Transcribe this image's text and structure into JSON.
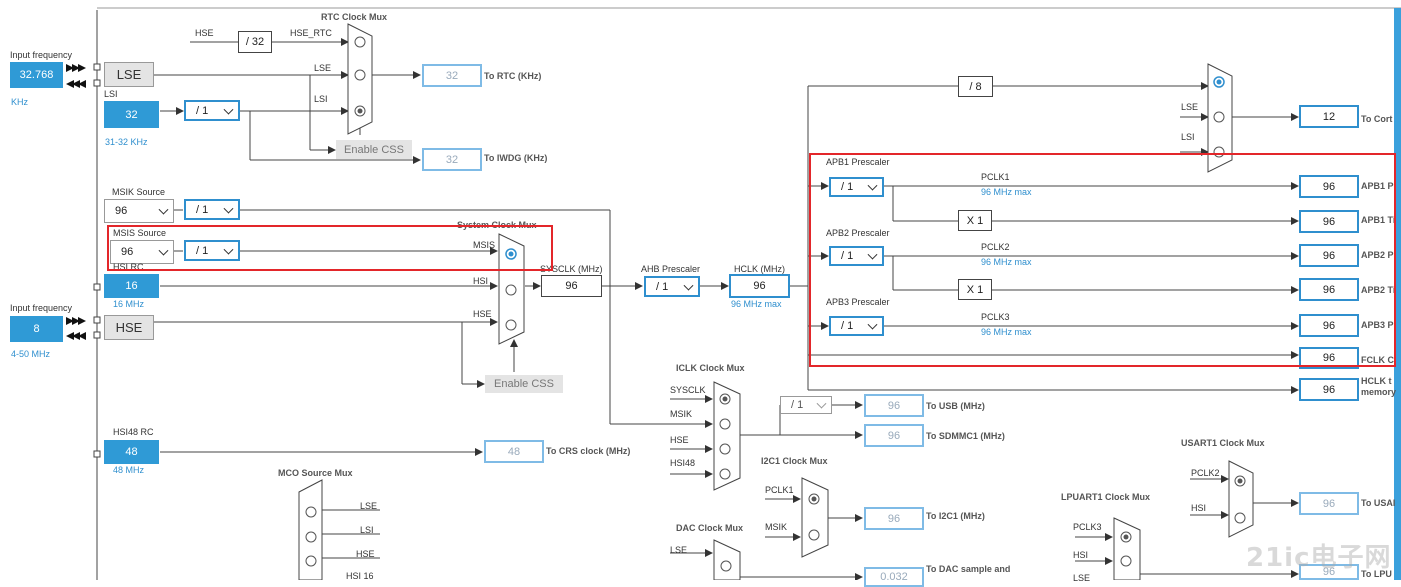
{
  "left_panel": {
    "input_freq_label_1": "Input frequency",
    "lse_input_value": "32.768",
    "lse_unit": "KHz",
    "lse_button": "LSE",
    "lsi_label": "LSI",
    "lsi_value": "32",
    "lsi_range": "31-32 KHz",
    "msik_source_label": "MSIK Source",
    "msik_value": "96",
    "msis_source_label": "MSIS Source",
    "msis_value": "96",
    "hsi_rc_label": "HSI RC",
    "hsi_value": "16",
    "hsi_freq": "16 MHz",
    "input_freq_label_2": "Input frequency",
    "hse_input_value": "8",
    "hse_range": "4-50 MHz",
    "hse_button": "HSE",
    "hsi48_label": "HSI48 RC",
    "hsi48_value": "48",
    "hsi48_freq": "48 MHz"
  },
  "rtc": {
    "title": "RTC Clock Mux",
    "hse_label": "HSE",
    "div32": "/ 32",
    "hse_rtc": "HSE_RTC",
    "lse": "LSE",
    "lsi": "LSI",
    "lsi_div": "/ 1",
    "msik_div": "/ 1",
    "msis_div": "/ 1",
    "to_rtc_value": "32",
    "to_rtc_label": "To RTC (KHz)",
    "enable_css": "Enable CSS",
    "to_iwdg_value": "32",
    "to_iwdg_label": "To IWDG (KHz)"
  },
  "sysclk": {
    "mux_title": "System Clock Mux",
    "msis": "MSIS",
    "hsi": "HSI",
    "hse": "HSE",
    "sysclk_label": "SYSCLK (MHz)",
    "sysclk_value": "96",
    "enable_css": "Enable CSS",
    "ahb_label": "AHB Prescaler",
    "ahb_value": "/ 1",
    "hclk_label": "HCLK (MHz)",
    "hclk_value": "96",
    "hclk_max": "96 MHz max"
  },
  "cortex": {
    "div8": "/ 8",
    "lse": "LSE",
    "lsi": "LSI",
    "value": "12",
    "label": "To Cort"
  },
  "apb": {
    "apb1_prescaler": "APB1 Prescaler",
    "apb1_value": "/ 1",
    "pclk1": "PCLK1",
    "pclk1_max": "96 MHz max",
    "apb1_p_value": "96",
    "apb1_p_label": "APB1 P",
    "x1_a": "X 1",
    "apb1_t_value": "96",
    "apb1_t_label": "APB1 Ti",
    "apb2_prescaler": "APB2 Prescaler",
    "apb2_value": "/ 1",
    "pclk2": "PCLK2",
    "pclk2_max": "96 MHz max",
    "apb2_p_value": "96",
    "apb2_p_label": "APB2 P",
    "x1_b": "X 1",
    "apb2_t_value": "96",
    "apb2_t_label": "APB2 Ti",
    "apb3_prescaler": "APB3 Prescaler",
    "apb3_value": "/ 1",
    "pclk3": "PCLK3",
    "pclk3_max": "96 MHz max",
    "apb3_p_value": "96",
    "apb3_p_label": "APB3 P",
    "fclk_value": "96",
    "fclk_label": "FCLK C",
    "hclk_mem_value": "96",
    "hclk_mem_label_1": "HCLK t",
    "hclk_mem_label_2": "memory"
  },
  "iclk": {
    "title": "ICLK Clock Mux",
    "sysclk": "SYSCLK",
    "msik": "MSIK",
    "hse": "HSE",
    "hsi48": "HSI48",
    "div": "/ 1",
    "usb_value": "96",
    "usb_label": "To USB (MHz)",
    "sdmmc_value": "96",
    "sdmmc_label": "To SDMMC1 (MHz)"
  },
  "i2c": {
    "title": "I2C1 Clock Mux",
    "pclk1": "PCLK1",
    "msik": "MSIK",
    "value": "96",
    "label": "To I2C1 (MHz)"
  },
  "crs": {
    "value": "48",
    "label": "To CRS clock (MHz)"
  },
  "mco": {
    "title": "MCO Source Mux",
    "lse": "LSE",
    "lsi": "LSI",
    "hse": "HSE",
    "hsi16": "HSI 16"
  },
  "dac": {
    "title": "DAC Clock Mux",
    "lse": "LSE",
    "value": "0.032",
    "label": "To DAC sample and"
  },
  "usart": {
    "title": "USART1 Clock Mux",
    "pclk2": "PCLK2",
    "hsi": "HSI",
    "value": "96",
    "label": "To USAI"
  },
  "lpuart": {
    "title": "LPUART1 Clock Mux",
    "pclk3": "PCLK3",
    "hsi": "HSI",
    "lse": "LSE",
    "value": "96",
    "label": "To LPU"
  },
  "watermark": "21ic电子网"
}
